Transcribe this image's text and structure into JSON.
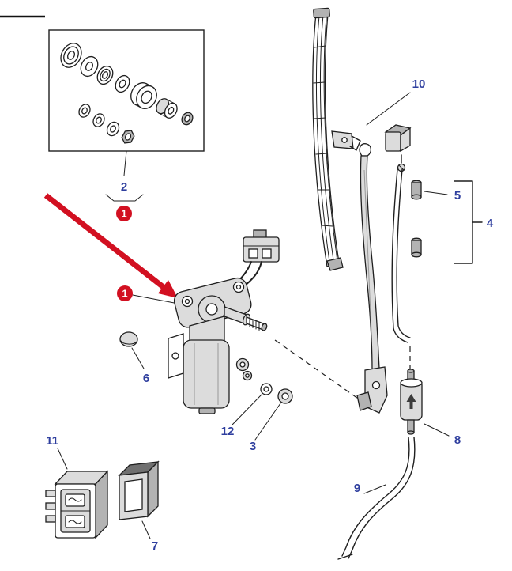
{
  "palette": {
    "line": "#1f1f1f",
    "label_blue": "#2e3e9e",
    "accent_red": "#d21021",
    "background": "#ffffff"
  },
  "callouts": {
    "seal_kit": "2",
    "kit_badge": "1",
    "motor_badge": "1",
    "cap": "6",
    "washer": "12",
    "nut": "3",
    "blade": "10",
    "connectors": "5",
    "arm_group": "4",
    "valve": "8",
    "hose": "9",
    "switch": "11",
    "cover": "7"
  }
}
